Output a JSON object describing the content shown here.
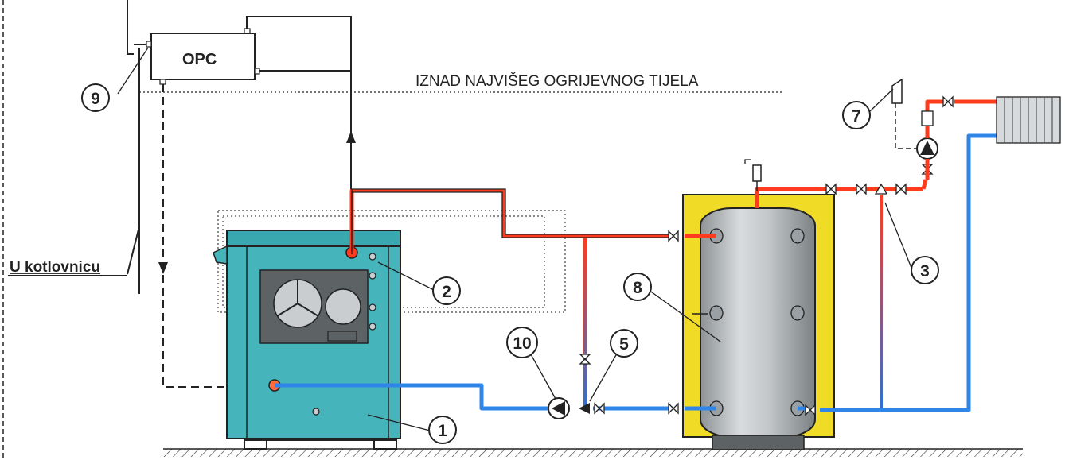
{
  "labels": {
    "opc": "OPC",
    "above_heater": "IZNAD NAJVIŠEG OGRIJEVNOG TIJELA",
    "boiler_room": "U kotlovnicu"
  },
  "callouts": [
    "1",
    "2",
    "3",
    "5",
    "7",
    "8",
    "9",
    "10"
  ],
  "colors": {
    "hot": "#ff3b1f",
    "cold": "#2f86e8",
    "boiler": "#45b5bb",
    "tank": "#b8bcbf",
    "insulation": "#f0dc26",
    "line": "#1a1a1a"
  },
  "icons": [
    "radiator-icon",
    "pump-icon",
    "valve-icon",
    "air-vent-icon",
    "expansion-vessel-icon"
  ]
}
